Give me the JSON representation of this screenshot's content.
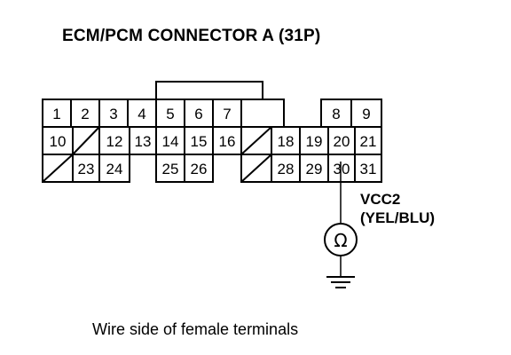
{
  "title": "ECM/PCM CONNECTOR A (31P)",
  "caption": "Wire side of female terminals",
  "wire": {
    "signal": "VCC2",
    "color_code": "(YEL/BLU)",
    "meter_symbol": "Ω",
    "terminal": "30"
  },
  "connector": {
    "row1": [
      "1",
      "2",
      "3",
      "4",
      "5",
      "6",
      "7",
      "8",
      "9"
    ],
    "row2": [
      "10",
      "",
      "12",
      "13",
      "14",
      "15",
      "16",
      "",
      "18",
      "19",
      "20",
      "21"
    ],
    "row3": [
      "",
      "23",
      "24",
      "25",
      "26",
      "",
      "28",
      "29",
      "30",
      "31"
    ]
  }
}
